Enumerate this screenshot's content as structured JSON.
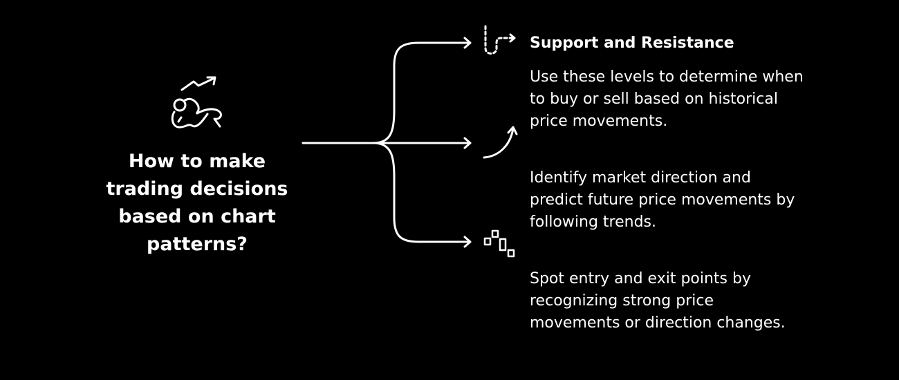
{
  "central_question": "How to make trading decisions based on chart patterns?",
  "branches": [
    {
      "heading": "Support and Resistance",
      "description": "Use these levels to determine when to buy or sell based on historical price movements.",
      "icon": "dashed-turn-arrow-icon"
    },
    {
      "description": "Identify market direction and predict future price movements by following trends.",
      "icon": "curved-up-arrow-icon"
    },
    {
      "description": "Spot entry and exit points by recognizing strong price movements or direction changes.",
      "icon": "candlestick-blocks-icon"
    }
  ],
  "colors": {
    "background": "#000000",
    "foreground": "#ffffff"
  }
}
